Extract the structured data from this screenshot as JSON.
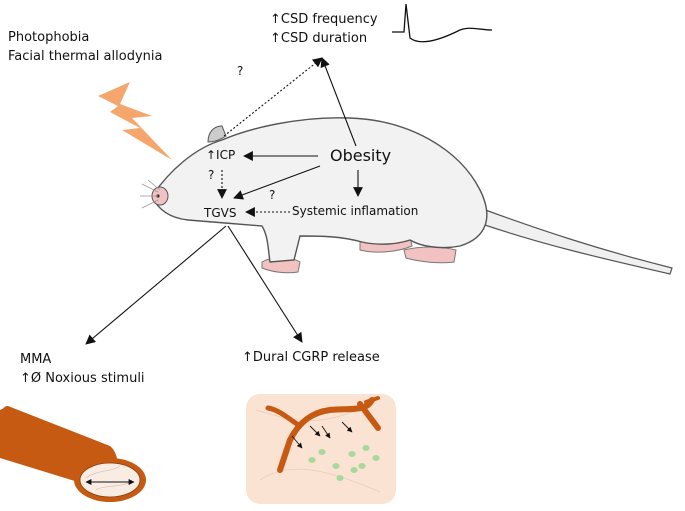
{
  "symptoms": {
    "line1": "Photophobia",
    "line2": "Facial thermal allodynia"
  },
  "csd": {
    "line1": "↑CSD frequency",
    "line2": "↑CSD duration"
  },
  "icp": "↑ICP",
  "obesity": "Obesity",
  "tgvs": "TGVS",
  "inflammation": "Systemic inflamation",
  "mma": {
    "line1": "MMA",
    "line2": "↑Ø Noxious stimuli"
  },
  "cgrp": "↑Dural CGRP release",
  "unknowns": {
    "q1": "?",
    "q2": "?",
    "q3": "?"
  },
  "colors": {
    "light_bolt": "#f4a66c",
    "vessel": "#c65a12",
    "dura_bg": "#fbe3d3",
    "granule": "#a8d89a",
    "paw": "#f2c2c2",
    "body": "#f2f2f2"
  },
  "icons": [
    "light-bolt-icon",
    "csd-waveform-icon",
    "mma-vessel-icon",
    "dural-vessels-icon"
  ]
}
